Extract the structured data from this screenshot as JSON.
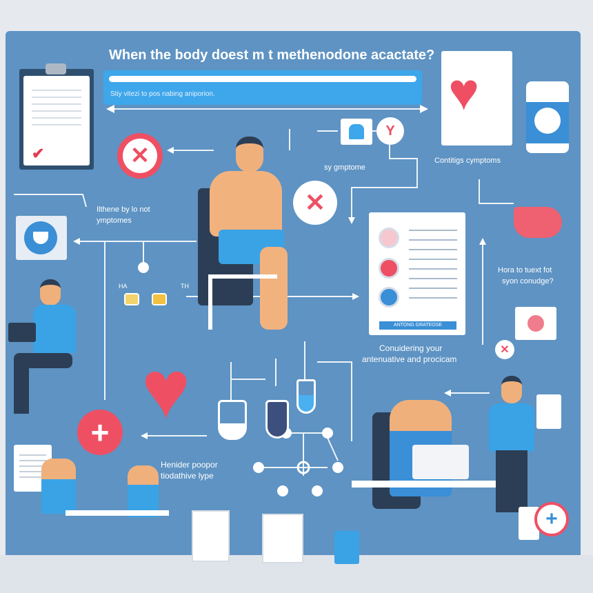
{
  "title": "When the body doest m t methenodone acactate?",
  "subtitle": "Stiy vitezi to pos nabing aniporion.",
  "labels": {
    "sy_symptoms": "sy gmptome",
    "continuing_symptoms": "Contitigs cymptoms",
    "left_symptoms_line1": "Ilthene by lo not",
    "left_symptoms_line2": "ymptomes",
    "how_to_line1": "Hora to tuext fot",
    "how_to_line2": "syon conudge?",
    "considering_line1": "Conuidering your",
    "considering_line2": "antenuative and procicam",
    "consider_line1": "Henider poopor",
    "consider_line2": "tiodathive lype",
    "flask_left": "HA",
    "flask_right": "TH",
    "report_tag": "ANTONG GRATEOSE"
  },
  "colors": {
    "panel": "#5e93c3",
    "accent": "#3ea6ea",
    "alert": "#ef4f63"
  }
}
